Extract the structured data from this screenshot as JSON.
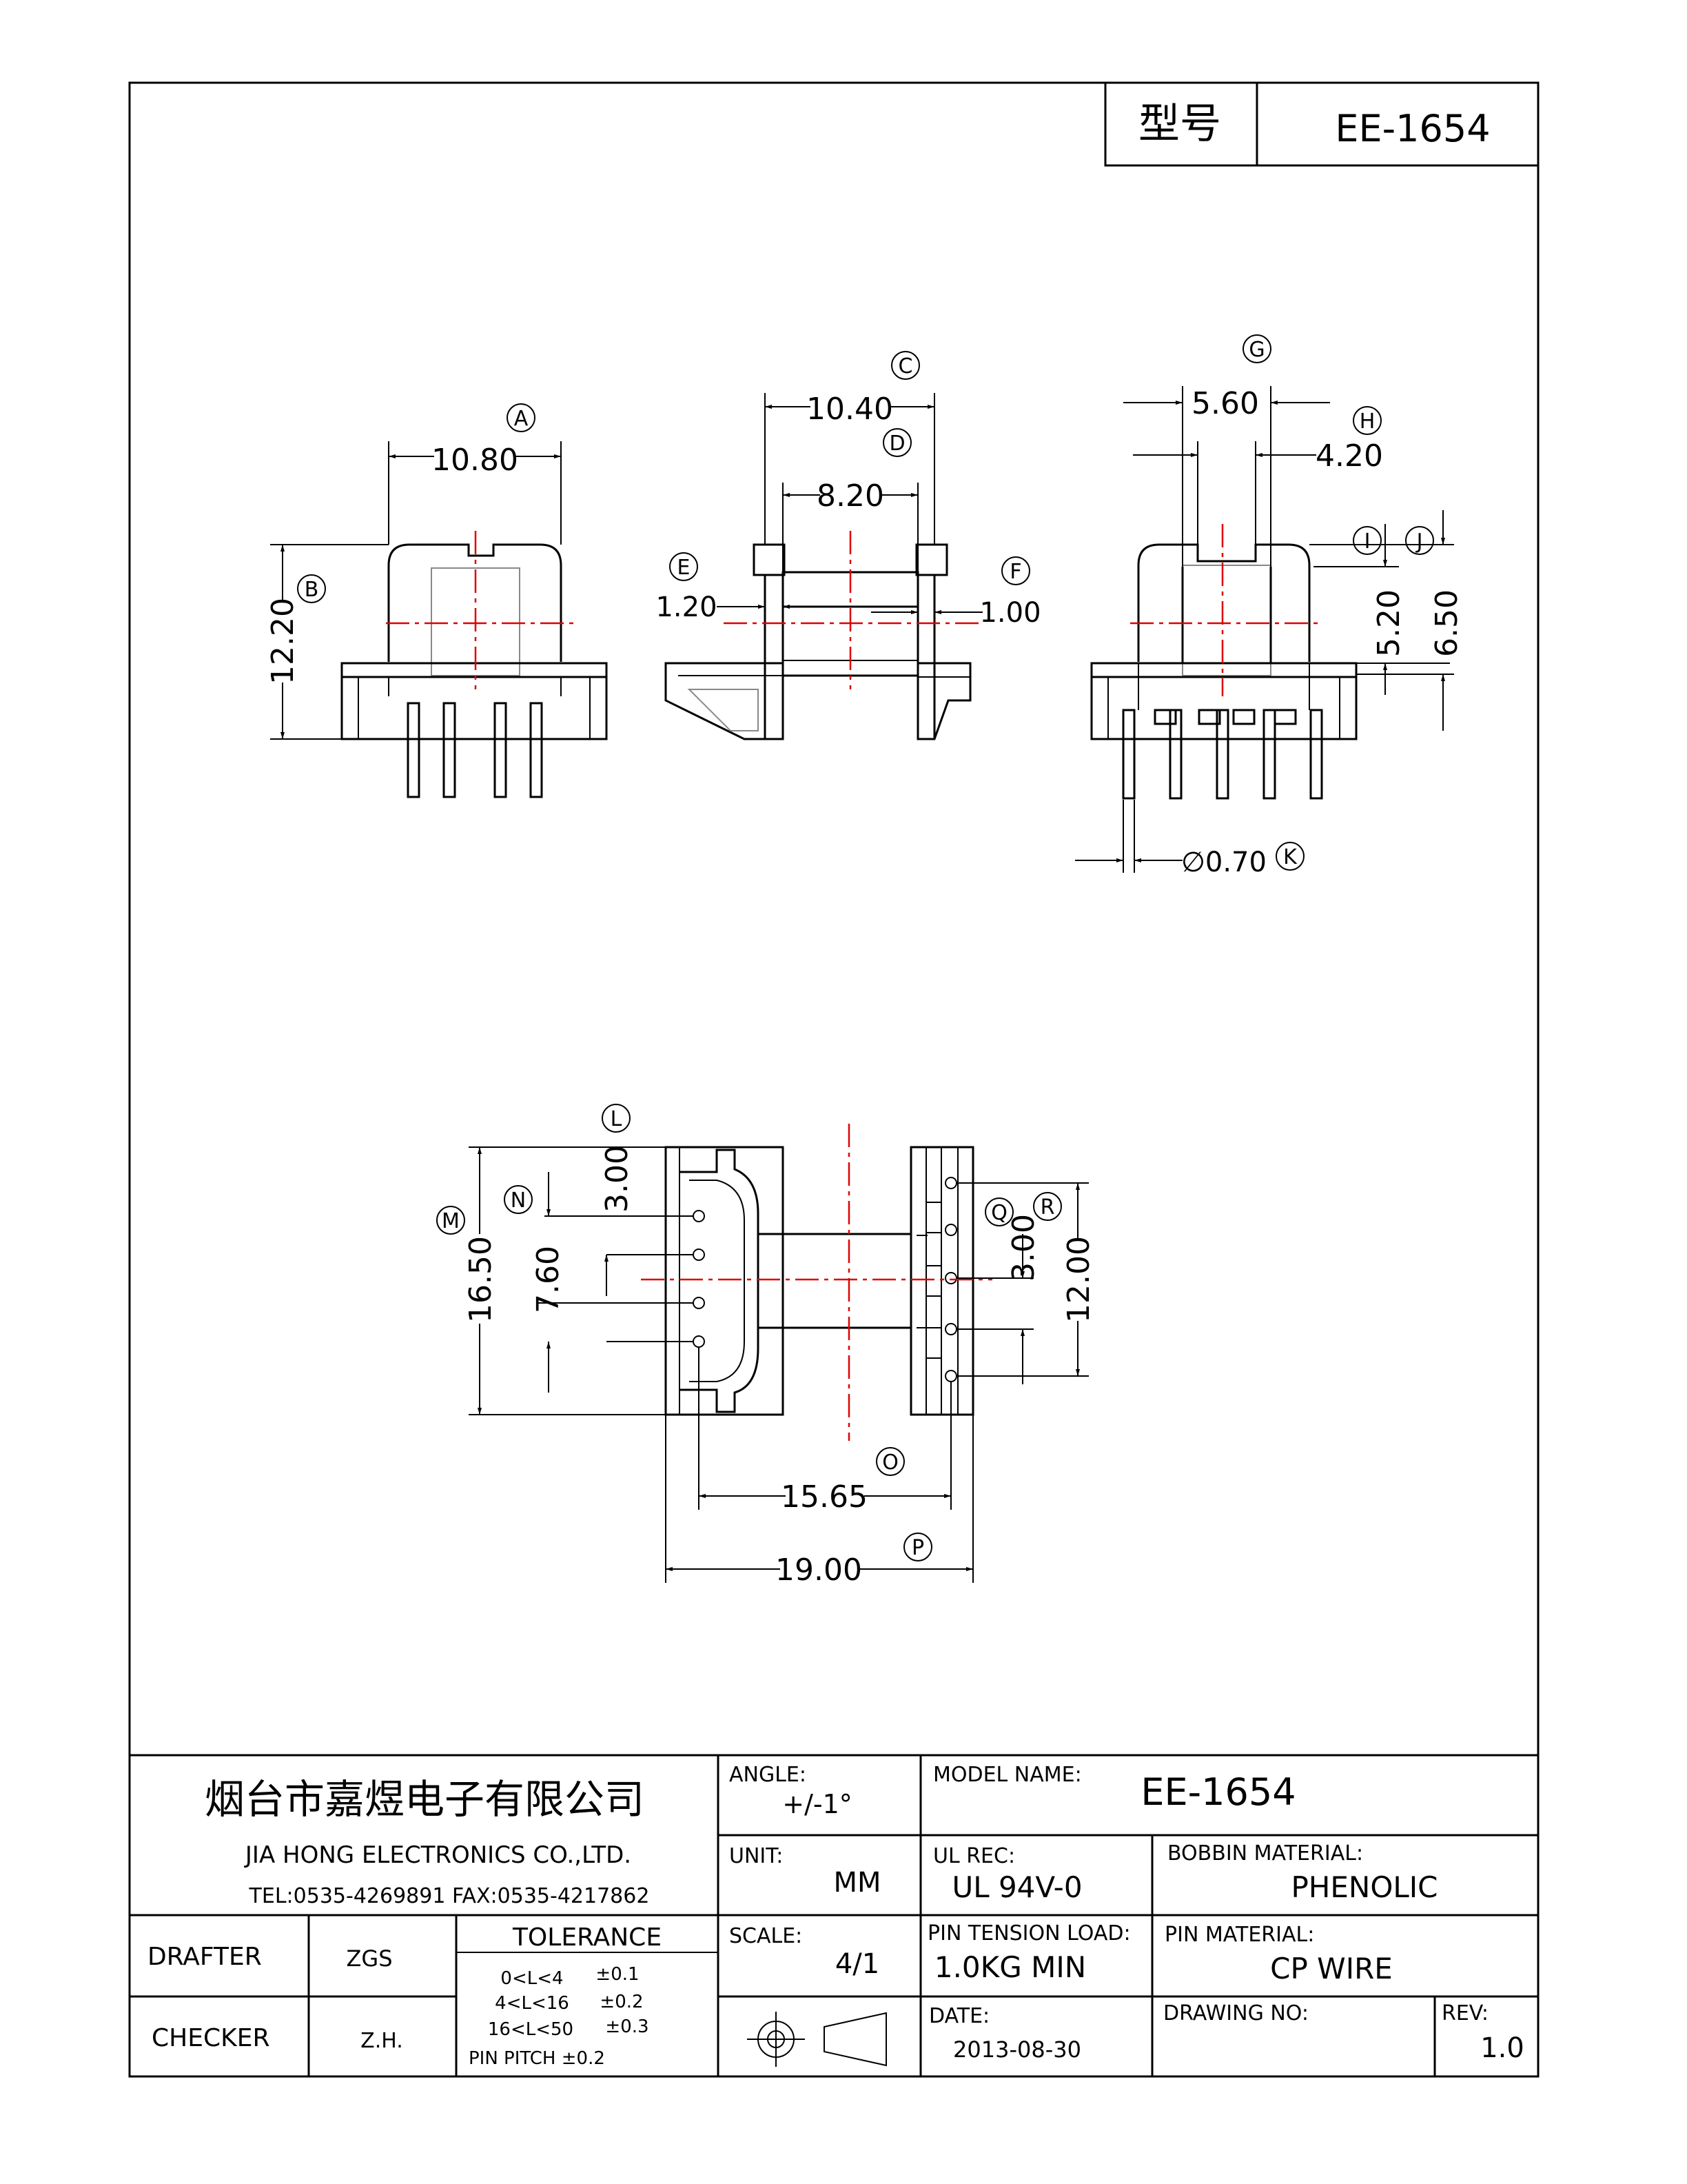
{
  "header": {
    "type_label": "型号",
    "type_value": "EE-1654"
  },
  "dimensions": {
    "A": {
      "tag": "A",
      "value": "10.80"
    },
    "B": {
      "tag": "B",
      "value": "12.20"
    },
    "C": {
      "tag": "C",
      "value": "10.40"
    },
    "D": {
      "tag": "D",
      "value": "8.20"
    },
    "E": {
      "tag": "E",
      "value": "1.20"
    },
    "F": {
      "tag": "F",
      "value": "1.00"
    },
    "G": {
      "tag": "G",
      "value": "5.60"
    },
    "H": {
      "tag": "H",
      "value": "4.20"
    },
    "I": {
      "tag": "I",
      "value": "5.20"
    },
    "J": {
      "tag": "J",
      "value": "6.50"
    },
    "K": {
      "tag": "K",
      "value": "∅0.70"
    },
    "L": {
      "tag": "L",
      "value": "3.00"
    },
    "M": {
      "tag": "M",
      "value": "16.50"
    },
    "N": {
      "tag": "N",
      "value": "7.60"
    },
    "O": {
      "tag": "O",
      "value": "15.65"
    },
    "P": {
      "tag": "P",
      "value": "19.00"
    },
    "Q": {
      "tag": "Q",
      "value": "3.00"
    },
    "R": {
      "tag": "R",
      "value": "12.00"
    }
  },
  "title_block": {
    "company_cn": "烟台市嘉煜电子有限公司",
    "company_en": "JIA HONG ELECTRONICS CO.,LTD.",
    "contact": "TEL:0535-4269891   FAX:0535-4217862",
    "drafter_label": "DRAFTER",
    "drafter_value": "ZGS",
    "checker_label": "CHECKER",
    "checker_value": "Z.H.",
    "tolerance_label": "TOLERANCE",
    "tolerance_rows": [
      {
        "range": "0<L<4",
        "tol": "±0.1"
      },
      {
        "range": "4<L<16",
        "tol": "±0.2"
      },
      {
        "range": "16<L<50",
        "tol": "±0.3"
      }
    ],
    "pin_pitch": "PIN PITCH  ±0.2",
    "angle_label": "ANGLE:",
    "angle_value": "+/-1°",
    "unit_label": "UNIT:",
    "unit_value": "MM",
    "scale_label": "SCALE:",
    "scale_value": "4/1",
    "model_name_label": "MODEL NAME:",
    "model_name_value": "EE-1654",
    "ul_label": "UL REC:",
    "ul_value": "UL 94V-0",
    "bobbin_label": "BOBBIN MATERIAL:",
    "bobbin_value": "PHENOLIC",
    "pin_tension_label": "PIN TENSION LOAD:",
    "pin_tension_value": "1.0KG MIN",
    "pin_material_label": "PIN MATERIAL:",
    "pin_material_value": "CP WIRE",
    "date_label": "DATE:",
    "date_value": "2013-08-30",
    "drawing_no_label": "DRAWING NO:",
    "drawing_no_value": "",
    "rev_label": "REV:",
    "rev_value": "1.0"
  }
}
